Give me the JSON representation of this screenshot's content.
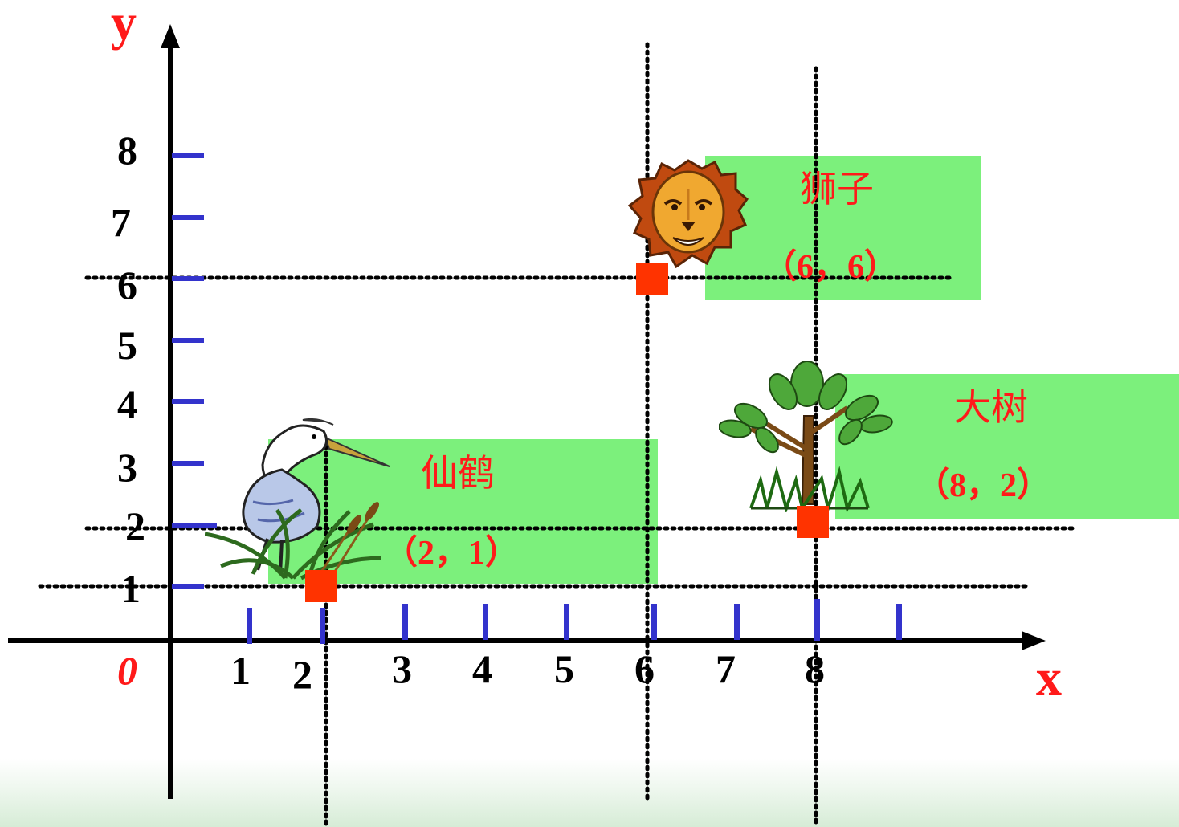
{
  "axes": {
    "x_label": "x",
    "y_label": "y",
    "origin_label": "0",
    "x_ticks": [
      "1",
      "2",
      "3",
      "4",
      "5",
      "6",
      "7",
      "8"
    ],
    "y_ticks": [
      "1",
      "2",
      "3",
      "4",
      "5",
      "6",
      "7",
      "8"
    ]
  },
  "points": [
    {
      "id": "crane",
      "name": "仙鹤",
      "coord": "（2，1）",
      "icon": "crane-icon"
    },
    {
      "id": "lion",
      "name": "狮子",
      "coord": "（6，6）",
      "icon": "lion-icon"
    },
    {
      "id": "tree",
      "name": "大树",
      "coord": "（8，2）",
      "icon": "tree-icon"
    }
  ],
  "colors": {
    "label_red": "#ff1a1a",
    "box_green": "#7cf07c",
    "marker_red": "#ff3300",
    "tick_blue": "#3333cc",
    "axis": "#000000"
  }
}
